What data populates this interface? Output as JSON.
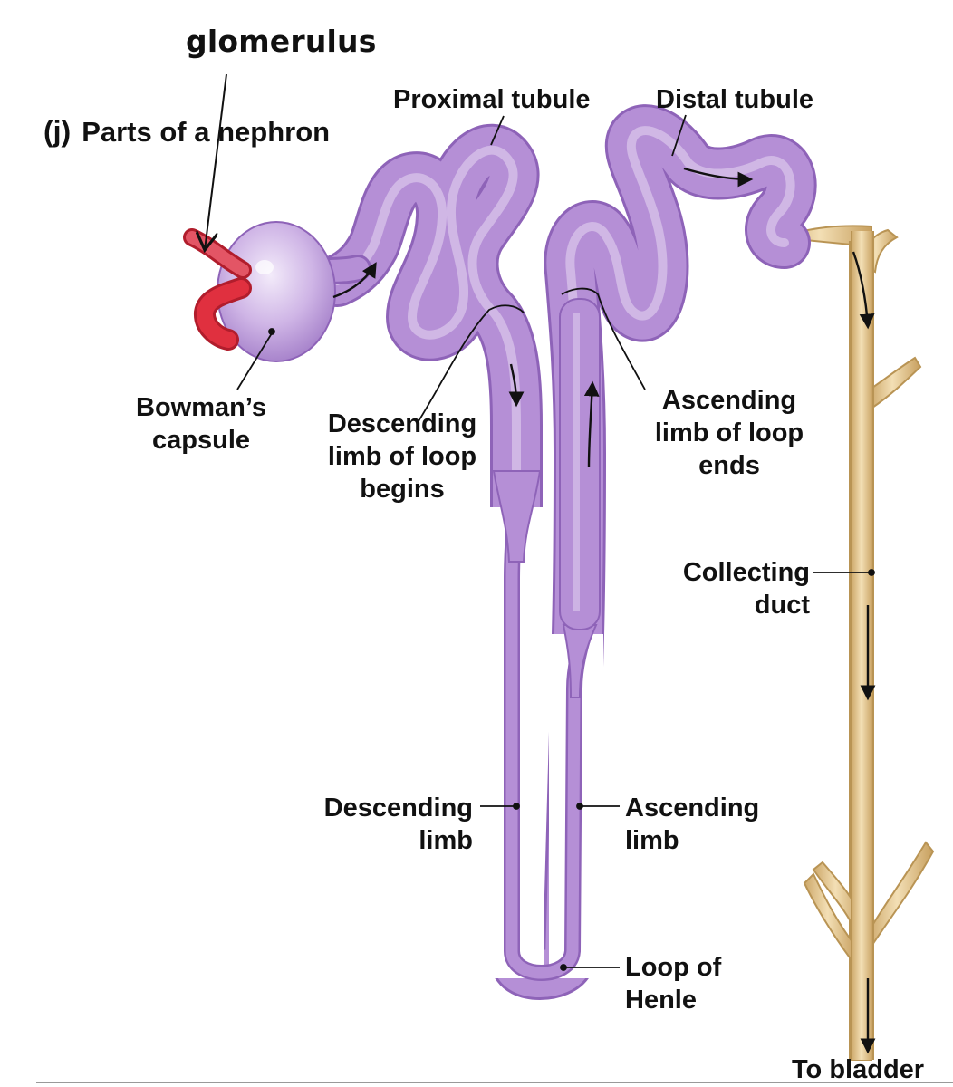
{
  "diagram": {
    "callout": "glomerulus",
    "panel_letter": "(j)",
    "panel_title": "Parts of a nephron",
    "labels": {
      "proximal_tubule": "Proximal tubule",
      "distal_tubule": "Distal tubule",
      "bowmans_capsule": [
        "Bowman’s",
        "capsule"
      ],
      "descending_limb_begins": [
        "Descending",
        "limb of loop",
        "begins"
      ],
      "ascending_limb_ends": [
        "Ascending",
        "limb of loop",
        "ends"
      ],
      "collecting_duct": [
        "Collecting",
        "duct"
      ],
      "descending_limb": [
        "Descending",
        "limb"
      ],
      "ascending_limb": [
        "Ascending",
        "limb"
      ],
      "loop_of_henle": [
        "Loop of",
        "Henle"
      ],
      "to_bladder": "To bladder"
    },
    "colors": {
      "tubule": "#b58fd6",
      "tubule_dark": "#8e63b8",
      "tubule_light": "#e6d8f2",
      "duct": "#e2c28a",
      "duct_dark": "#b99454",
      "glomerulus": "#e0303f",
      "line": "#111111"
    }
  }
}
